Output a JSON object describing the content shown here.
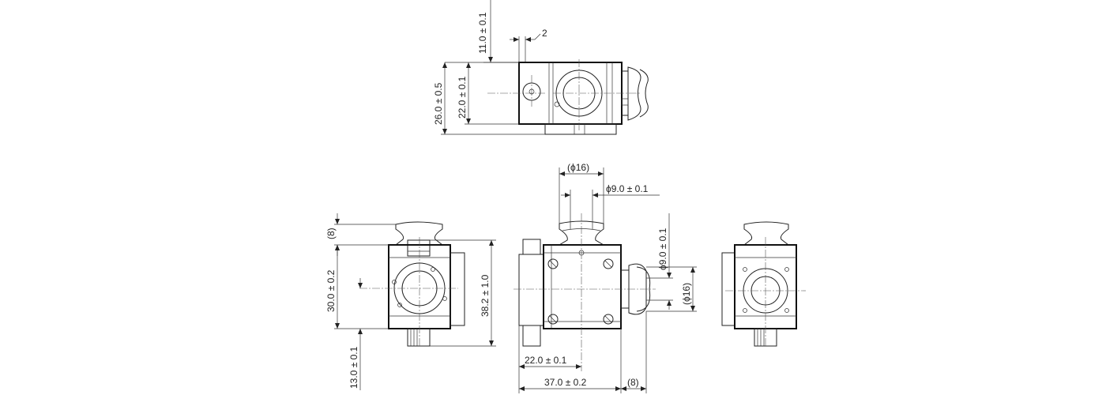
{
  "dimensions": {
    "top_height_offset": "11.0 ± 0.1",
    "top_small_gap": "2",
    "top_overall_height": "26.0 ± 0.5",
    "top_center_height": "22.0 ± 0.1",
    "front_knob_outer_dia": "(ϕ16)",
    "front_knob_inner_dia": "ϕ9.0 ± 0.1",
    "right_knob_inner_dia": "ϕ9.0 ± 0.1",
    "right_knob_outer_dia": "(ϕ16)",
    "left_knob_height": "(8)",
    "left_body_height": "30.0 ± 0.2",
    "left_overall_height": "38.2 ± 1.0",
    "left_center_offset": "13.0 ± 0.1",
    "front_center_width": "22.0 ± 0.1",
    "front_body_width": "37.0 ± 0.2",
    "front_knob_width": "(8)"
  }
}
